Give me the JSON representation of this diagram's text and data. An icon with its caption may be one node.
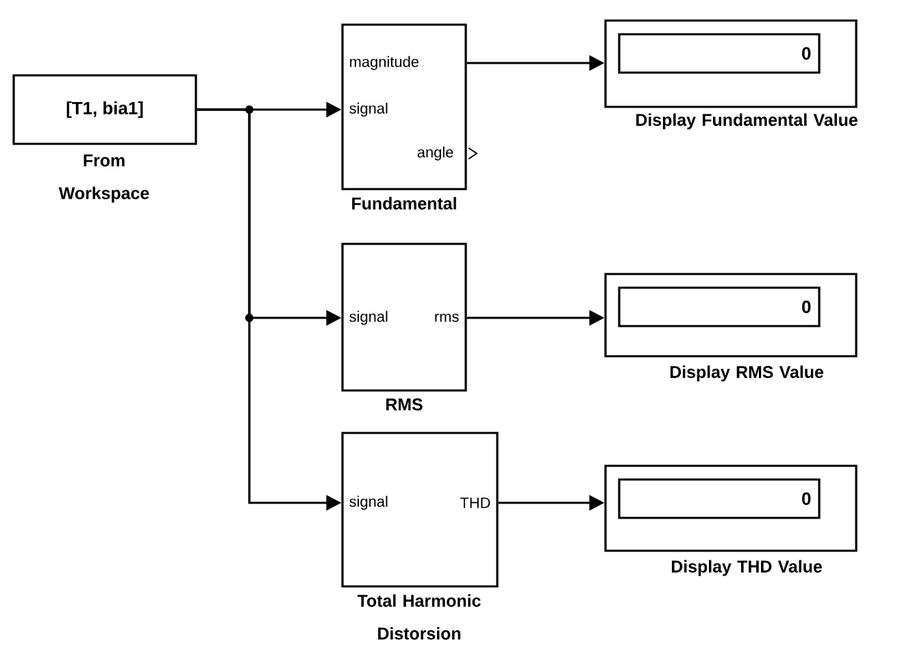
{
  "diagram": {
    "nodes": [
      {
        "text": [
          "[T1, bia1]"
        ],
        "beside": [
          "From Workspace"
        ]
      },
      {
        "text": [
          "magnitude",
          "signal",
          "angle"
        ],
        "beside": [
          "Fundamental"
        ]
      },
      {
        "text": [
          "0"
        ],
        "beside": [
          "Display Fundamental Value"
        ]
      },
      {
        "text": [
          "signal",
          "rms"
        ],
        "beside": [
          "RMS"
        ]
      },
      {
        "text": [
          "0"
        ],
        "beside": [
          "Display RMS Value"
        ]
      },
      {
        "text": [
          "signal",
          "THD"
        ],
        "beside": [
          "Total Harmonic Distorsion"
        ]
      },
      {
        "text": [
          "0"
        ],
        "beside": [
          "Display THD Value"
        ]
      }
    ],
    "edges": [
      {
        "from": 0,
        "to": 1,
        "arrow": "to"
      },
      {
        "from": 0,
        "to": 3,
        "arrow": "to"
      },
      {
        "from": 0,
        "to": 5,
        "arrow": "to"
      },
      {
        "from": 1,
        "to": 2,
        "arrow": "to"
      },
      {
        "from": 3,
        "to": 4,
        "arrow": "to"
      },
      {
        "from": 5,
        "to": 6,
        "arrow": "to"
      }
    ]
  }
}
